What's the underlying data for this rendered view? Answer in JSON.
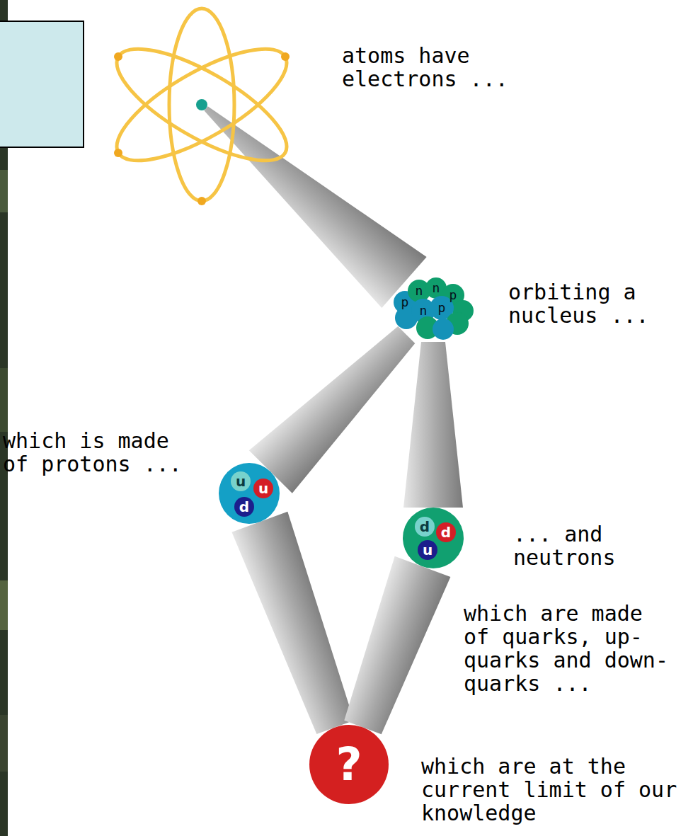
{
  "diagram": {
    "nodes": [
      {
        "text": [
          "atoms have electrons ..."
        ]
      },
      {
        "text": [
          "orbiting a nucleus ..."
        ]
      },
      {
        "text": [
          "which is made of protons ..."
        ]
      },
      {
        "text": [
          "u"
        ],
        "in": 2
      },
      {
        "text": [
          "u"
        ],
        "in": 2
      },
      {
        "text": [
          "d"
        ],
        "in": 2
      },
      {
        "text": [
          "... and neutrons"
        ]
      },
      {
        "text": [
          "d"
        ],
        "in": 6
      },
      {
        "text": [
          "d"
        ],
        "in": 6
      },
      {
        "text": [
          "u"
        ],
        "in": 6
      },
      {
        "text": [
          "?",
          "which are at the current limit of our knowledge"
        ]
      }
    ],
    "edges": [
      {
        "from": 0,
        "to": 1,
        "arrow": "none"
      },
      {
        "from": 1,
        "to": 2,
        "arrow": "none"
      },
      {
        "from": 1,
        "to": 6,
        "arrow": "none"
      },
      {
        "from": 2,
        "to": 10,
        "arrow": "none"
      },
      {
        "from": 6,
        "to": 10,
        "arrow": "none"
      }
    ],
    "labels": [
      "which are made of quarks, up-quarks and down-quarks ...",
      "n",
      "n",
      "p",
      "p",
      "n",
      "p"
    ]
  }
}
